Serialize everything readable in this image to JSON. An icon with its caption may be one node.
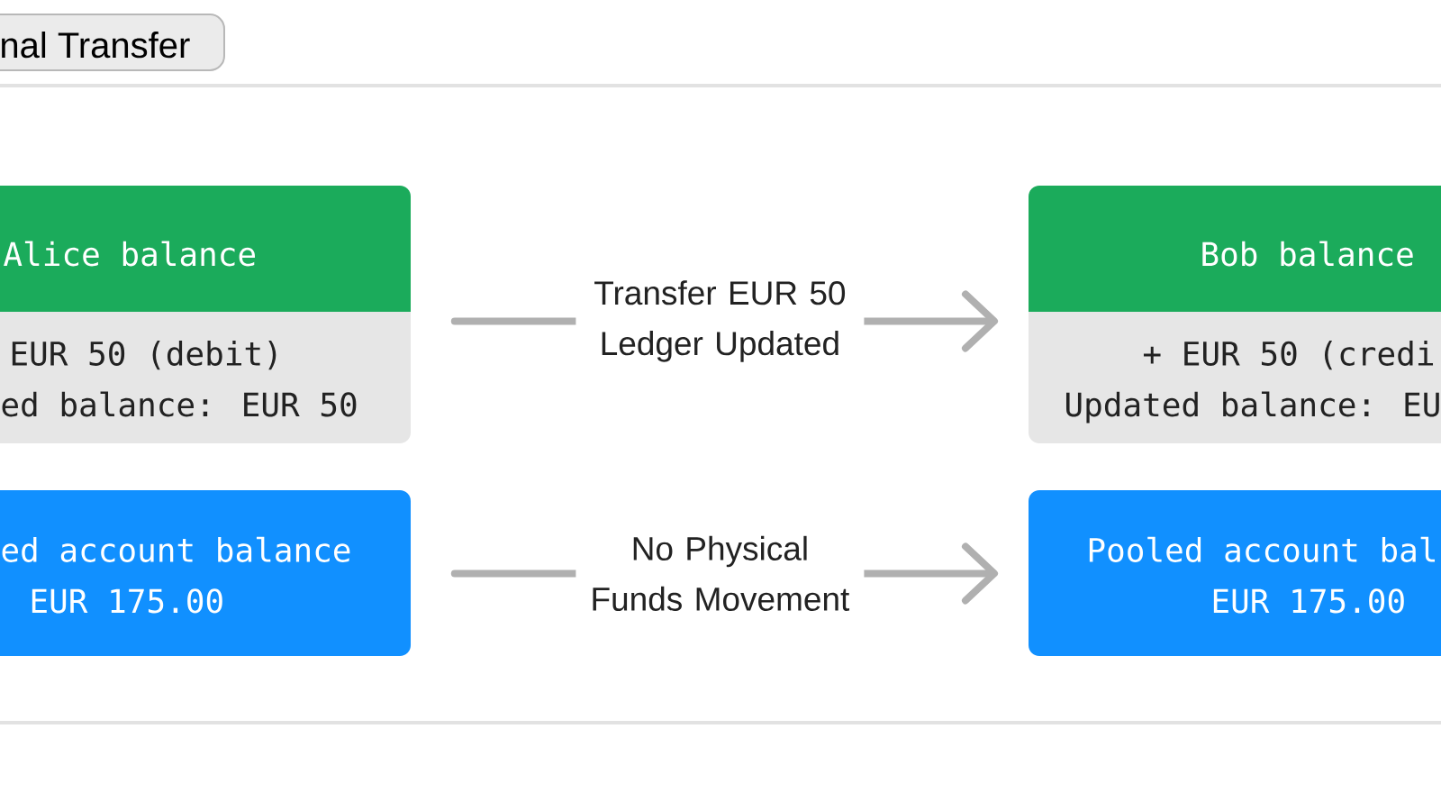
{
  "diagram": {
    "nodes": [
      {
        "text": [
          "nal Transfer"
        ]
      },
      {
        "text": [
          "Alice balance",
          "EUR 50 (debit)",
          "ed balance: EUR 50"
        ]
      },
      {
        "text": [
          "Bob balance",
          "+ EUR 50 (credi",
          "Updated balance: EU"
        ]
      },
      {
        "text": [
          "ed account balance",
          "EUR 175.00"
        ]
      },
      {
        "text": [
          "Pooled account bal",
          "EUR 175.00"
        ]
      }
    ],
    "edges": [
      {
        "from": 1,
        "to": 2,
        "arrow": "to",
        "label": "Transfer EUR 50 Ledger Updated"
      },
      {
        "from": 3,
        "to": 4,
        "arrow": "to",
        "label": "No Physical Funds Movement"
      }
    ]
  }
}
